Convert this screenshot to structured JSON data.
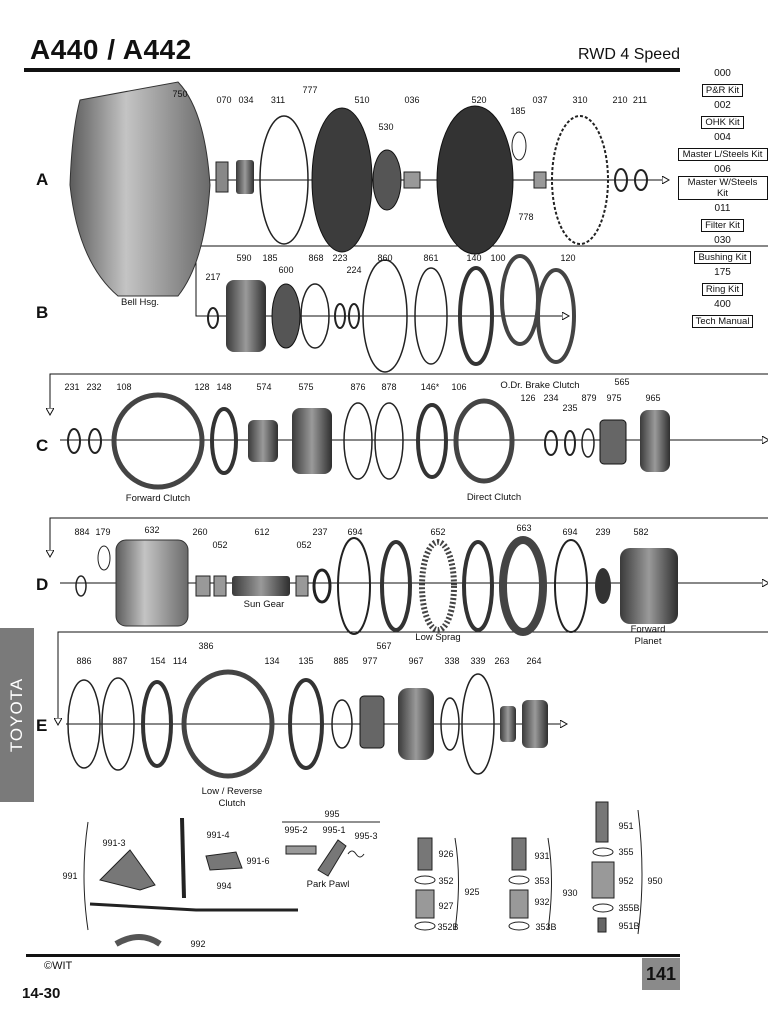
{
  "header": {
    "title": "A440 / A442",
    "subtitle": "RWD 4 Speed"
  },
  "kits": [
    {
      "code": "000",
      "label": "P&R Kit"
    },
    {
      "code": "002",
      "label": "OHK Kit"
    },
    {
      "code": "004",
      "label": "Master L/Steels Kit"
    },
    {
      "code": "006",
      "label": "Master W/Steels Kit"
    },
    {
      "code": "011",
      "label": "Filter Kit"
    },
    {
      "code": "030",
      "label": "Bushing Kit"
    },
    {
      "code": "175",
      "label": "Ring Kit"
    },
    {
      "code": "400",
      "label": "Tech Manual"
    }
  ],
  "rows": [
    "A",
    "B",
    "C",
    "D",
    "E"
  ],
  "side_tab": "TOYOTA",
  "parts": {
    "a": [
      "750",
      "070",
      "034",
      "311",
      "777",
      "510",
      "530",
      "036",
      "520",
      "185",
      "037",
      "310",
      "210",
      "211",
      "778"
    ],
    "b": [
      "217",
      "590",
      "185",
      "600",
      "868",
      "223",
      "224",
      "860",
      "861",
      "140",
      "100",
      "120"
    ],
    "c": [
      "231",
      "232",
      "108",
      "128",
      "148",
      "574",
      "575",
      "876",
      "878",
      "146*",
      "106",
      "126",
      "234",
      "235",
      "879",
      "975",
      "965",
      "565"
    ],
    "d": [
      "884",
      "179",
      "632",
      "260",
      "052",
      "612",
      "052",
      "237",
      "694",
      "652",
      "663",
      "694",
      "239",
      "582",
      "386"
    ],
    "e": [
      "886",
      "887",
      "154",
      "114",
      "134",
      "135",
      "885",
      "977",
      "567",
      "967",
      "338",
      "339",
      "263",
      "264"
    ],
    "f": [
      "991",
      "991-3",
      "991-4",
      "991-6",
      "995",
      "995-2",
      "995-1",
      "995-3",
      "994",
      "992",
      "926",
      "352",
      "927",
      "352B",
      "925",
      "931",
      "353",
      "932",
      "353B",
      "930",
      "951",
      "355",
      "952",
      "355B",
      "951B",
      "950"
    ]
  },
  "captions": {
    "bell": "Bell Hsg.",
    "odr": "O.Dr. Brake Clutch",
    "forward_clutch": "Forward Clutch",
    "direct_clutch": "Direct Clutch",
    "sun_gear": "Sun Gear",
    "low_sprag": "Low Sprag",
    "forward_planet_1": "Forward",
    "forward_planet_2": "Planet",
    "low_reverse_1": "Low / Reverse",
    "low_reverse_2": "Clutch",
    "park_pawl": "Park Pawl"
  },
  "footer": {
    "copyright": "©WIT",
    "page": "141",
    "section": "14-30"
  },
  "colors": {
    "ink": "#111111",
    "part_grey": "#6f6f6f",
    "tab_grey": "#7a7a7a"
  }
}
